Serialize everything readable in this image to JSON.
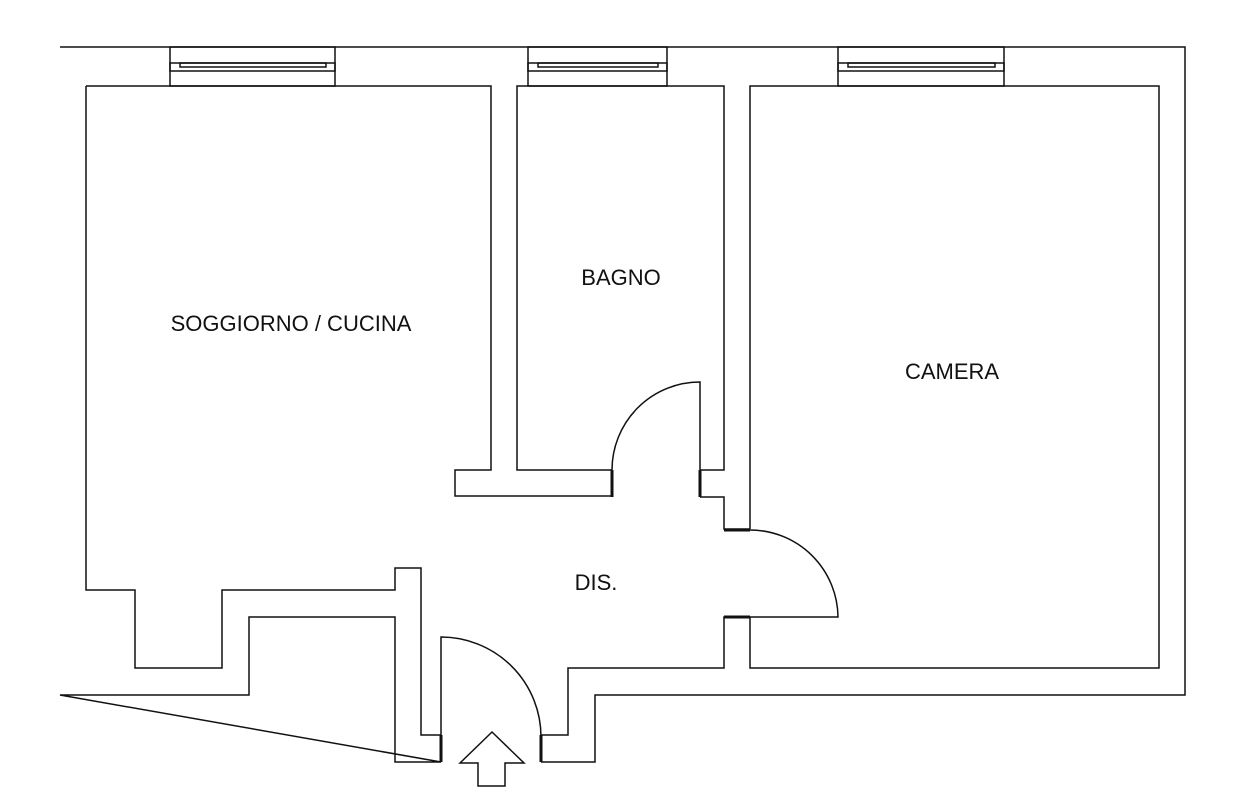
{
  "rooms": {
    "living_kitchen": "SOGGIORNO / CUCINA",
    "bathroom": "BAGNO",
    "bedroom": "CAMERA",
    "hallway": "DIS."
  },
  "icons": {
    "entrance": "entrance-arrow-icon",
    "window": "window-icon",
    "door": "door-swing-icon"
  }
}
